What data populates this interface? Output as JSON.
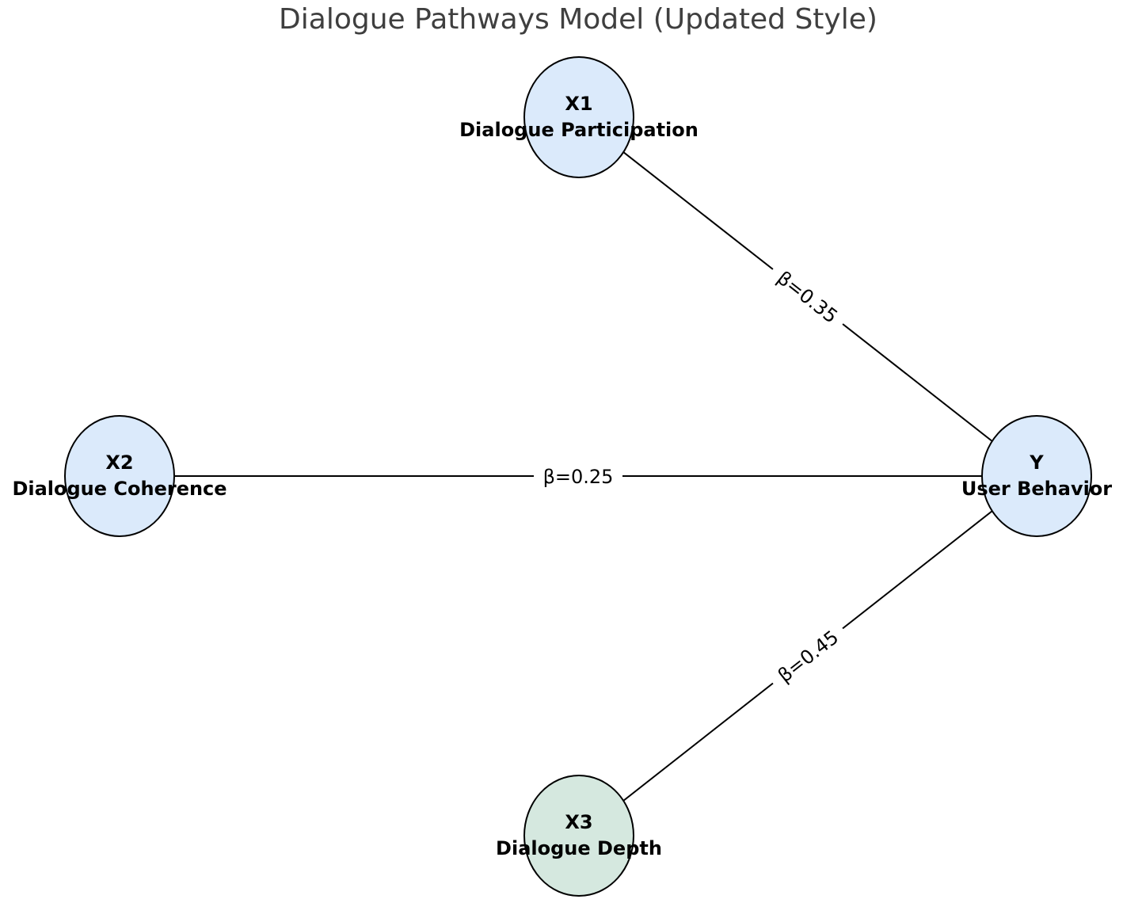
{
  "title": "Dialogue Pathways Model (Updated Style)",
  "colors": {
    "node_default": "#dbeafb",
    "node_highlight": "#d5e8df",
    "line": "#000000",
    "title": "#3f3f3f"
  },
  "nodes": [
    {
      "id": "X1",
      "label": "Dialogue Participation",
      "fill": "node_default"
    },
    {
      "id": "X2",
      "label": "Dialogue Coherence",
      "fill": "node_default"
    },
    {
      "id": "X3",
      "label": "Dialogue Depth",
      "fill": "node_highlight"
    },
    {
      "id": "Y",
      "label": "User Behavior",
      "fill": "node_default"
    }
  ],
  "edges": [
    {
      "from": "X1",
      "to": "Y",
      "label": "β=0.35"
    },
    {
      "from": "X2",
      "to": "Y",
      "label": "β=0.25"
    },
    {
      "from": "X3",
      "to": "Y",
      "label": "β=0.45"
    }
  ]
}
